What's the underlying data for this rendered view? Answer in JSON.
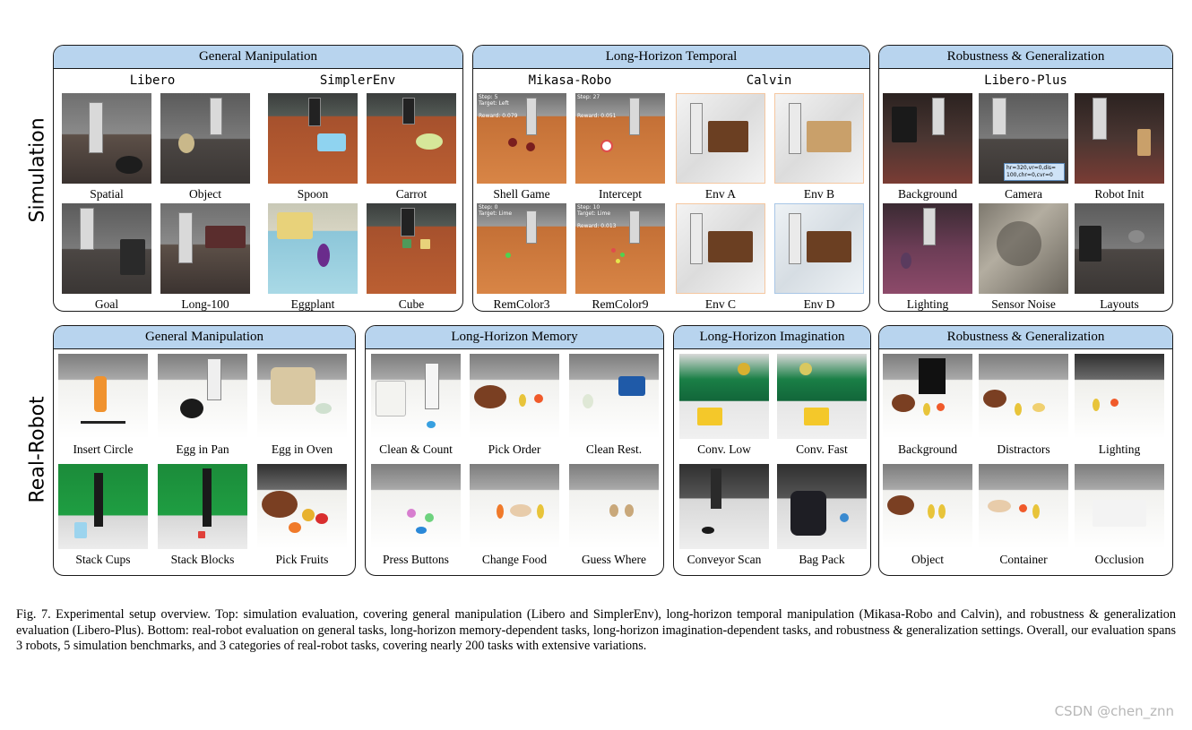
{
  "row_labels": {
    "simulation": "Simulation",
    "real_robot": "Real-Robot"
  },
  "top": {
    "general": {
      "title": "General Manipulation",
      "subtitles": [
        "Libero",
        "SimplerEnv"
      ],
      "captions": [
        "Spatial",
        "Object",
        "Spoon",
        "Carrot",
        "Goal",
        "Long-100",
        "Eggplant",
        "Cube"
      ]
    },
    "temporal": {
      "title": "Long-Horizon Temporal",
      "subtitles": [
        "Mikasa-Robo",
        "Calvin"
      ],
      "captions": [
        "Shell Game",
        "Intercept",
        "Env A",
        "Env B",
        "RemColor3",
        "RemColor9",
        "Env C",
        "Env D"
      ],
      "hud": [
        "Step: 5\nTarget: Left\n\nReward: 0.079",
        "Step: 27\n\n\nReward: 0.051",
        "Step: 0\nTarget: Lime",
        "Step: 10\nTarget: Lime\n\nReward: 0.013"
      ]
    },
    "robust": {
      "title": "Robustness & Generalization",
      "subtitles": [
        "Libero-Plus"
      ],
      "captions": [
        "Background",
        "Camera",
        "Robot Init",
        "Lighting",
        "Sensor Noise",
        "Layouts"
      ],
      "camera_overlay": "hr=320,vr=0,dis=\n100,chr=0,cvr=0"
    }
  },
  "bottom": {
    "general": {
      "title": "General Manipulation",
      "captions": [
        "Insert Circle",
        "Egg in Pan",
        "Egg in Oven",
        "Stack Cups",
        "Stack Blocks",
        "Pick Fruits"
      ]
    },
    "memory": {
      "title": "Long-Horizon Memory",
      "captions": [
        "Clean & Count",
        "Pick Order",
        "Clean Rest.",
        "Press Buttons",
        "Change Food",
        "Guess Where"
      ]
    },
    "imagination": {
      "title": "Long-Horizon Imagination",
      "captions": [
        "Conv. Low",
        "Conv. Fast",
        "Conveyor Scan",
        "Bag Pack"
      ]
    },
    "robust": {
      "title": "Robustness & Generalization",
      "captions": [
        "Background",
        "Distractors",
        "Lighting",
        "Object",
        "Container",
        "Occlusion"
      ]
    }
  },
  "caption": "Fig. 7.  Experimental setup overview. Top: simulation evaluation, covering general manipulation (Libero and SimplerEnv), long-horizon temporal manipulation (Mikasa-Robo and Calvin), and robustness & generalization evaluation (Libero-Plus). Bottom: real-robot evaluation on general tasks, long-horizon memory-dependent tasks, long-horizon imagination-dependent tasks, and robustness & generalization settings. Overall, our evaluation spans 3 robots, 5 simulation benchmarks, and 3 categories of real-robot tasks, covering nearly 200 tasks with extensive variations.",
  "watermark": "CSDN @chen_znn"
}
